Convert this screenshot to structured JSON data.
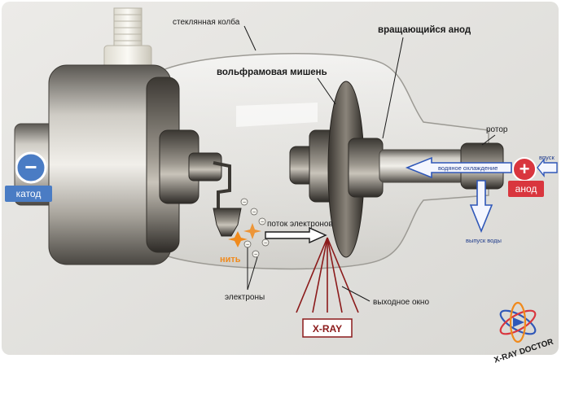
{
  "labels": {
    "glass_bulb": "стеклянная колба",
    "rotating_anode": "вращающийся анод",
    "tungsten_target": "вольфрамовая мишень",
    "rotor": "ротор",
    "inlet": "впуск",
    "water_cooling": "водяное охлаждение",
    "anode": "анод",
    "cathode": "катод",
    "water_outlet": "выпуск воды",
    "electron_flow": "поток электронов",
    "filament": "нить",
    "electrons": "электроны",
    "exit_window": "выходное окно",
    "xray": "X-RAY"
  },
  "symbols": {
    "anode_sign": "+",
    "cathode_sign": "−",
    "electron_sign": "−"
  },
  "logo": {
    "text": "X-RAY DOCTOR",
    "icon": "atom-logo-icon"
  },
  "colors": {
    "cathode_badge": "#4a7cc4",
    "anode_badge": "#d9363e",
    "arrow_blue": "#2f57b8",
    "xray_red": "#8b1a1a",
    "filament_orange": "#f08a1c"
  }
}
